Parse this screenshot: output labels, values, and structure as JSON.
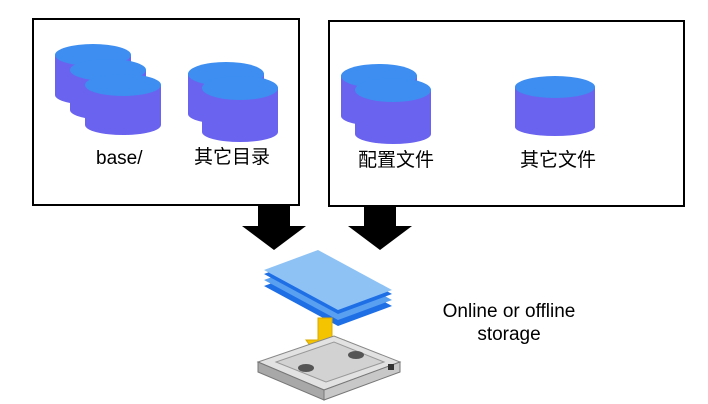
{
  "groups": [
    {
      "items": [
        {
          "label": "base/"
        },
        {
          "label": "其它目录"
        }
      ]
    },
    {
      "items": [
        {
          "label": "配置文件"
        },
        {
          "label": "其它文件"
        }
      ]
    }
  ],
  "storage": {
    "line1": "Online or offline",
    "line2": "storage"
  },
  "colors": {
    "db_top": "#3d8ef0",
    "db_body": "#6a63f0",
    "arrow": "#000000",
    "yellow_arrow": "#f5c400",
    "sheet_light": "#8ec2f5",
    "sheet_dark": "#1e6fe6",
    "tape_body": "#c8c8c8"
  },
  "icons": [
    "database-icon",
    "down-arrow-icon",
    "storage-device-icon"
  ]
}
